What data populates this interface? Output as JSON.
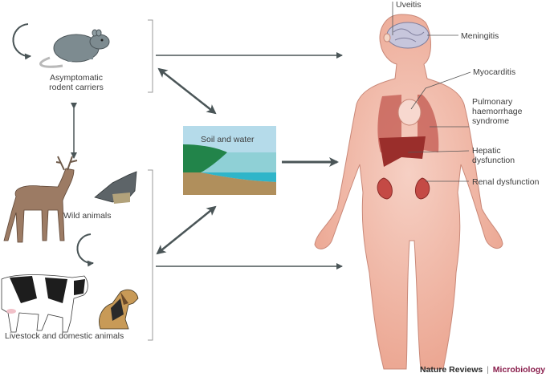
{
  "diagram": {
    "reservoirs": {
      "rodents": {
        "label_line1": "Asymptomatic",
        "label_line2": "rodent carriers"
      },
      "wild": {
        "label": "Wild animals"
      },
      "livestock": {
        "label": "Livestock and domestic animals"
      }
    },
    "environment": {
      "label": "Soil and water"
    },
    "human": {
      "manifestations": [
        {
          "label": "Uveitis"
        },
        {
          "label": "Meningitis"
        },
        {
          "label": "Myocarditis"
        },
        {
          "label_line1": "Pulmonary",
          "label_line2": "haemorrhage",
          "label_line3": "syndrome"
        },
        {
          "label_line1": "Hepatic",
          "label_line2": "dysfunction"
        },
        {
          "label": "Renal dysfunction"
        }
      ]
    },
    "colors": {
      "arrow": "#4a5557",
      "bracket": "#9a9a9a",
      "skin": "#f1b9a8",
      "sky": "#b5dbea",
      "water": "#2fb5c9",
      "grass": "#22844a",
      "soil": "#b08f5c",
      "rat": "#7d8b90",
      "organ": "#c44a45"
    }
  },
  "credit": {
    "publisher": "Nature Reviews",
    "separator": "|",
    "journal": "Microbiology"
  }
}
